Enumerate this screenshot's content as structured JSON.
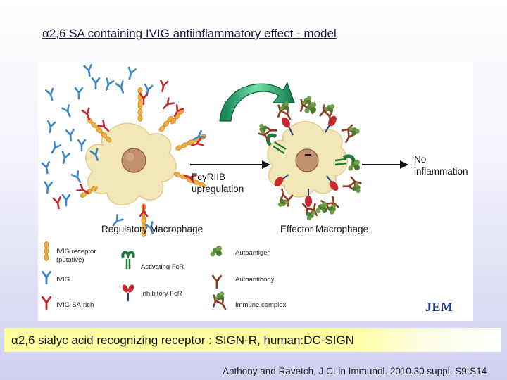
{
  "slide": {
    "title": "α2,6 SA containing IVIG antiinflammatory effect - model",
    "banner_text": "α2,6 sialyc acid recognizing receptor : SIGN-R, human:DC-SIGN",
    "citation": "Anthony and Ravetch, J CLin Immunol. 2010.30 suppl. S9-S14"
  },
  "figure": {
    "regulatory_label": "Regulatory Macrophage",
    "effector_label": "Effector Macrophage",
    "fcg_line1": "FcγRIIB",
    "fcg_line2": "upregulation",
    "no_infl_line1": "No",
    "no_infl_line2": "inflammation",
    "inhibitory_sign": "−",
    "journal_logo": "JEM"
  },
  "legend": {
    "ivig_receptor_line1": "IVIG receptor",
    "ivig_receptor_line2": "(putative)",
    "ivig": "IVIG",
    "ivig_sa_rich": "IVIG-SA-rich",
    "activating": "Activating FcR",
    "inhibitory": "Inhibitory FcR",
    "autoantigen": "Autoantigen",
    "autoantibody": "Autoantibody",
    "immune_complex": "Immune complex"
  },
  "colors": {
    "ivig_blue": "#3a86c8",
    "sa_rich_red": "#c8282d",
    "receptor_orange": "#e8a030",
    "activating_green": "#1e7a3a",
    "autoantigen_green": "#5a8a3a",
    "autoantibody_brown": "#8a3a1e",
    "arrow_teal": "#2aa37a",
    "banner_yellow": "#ffffa0"
  }
}
